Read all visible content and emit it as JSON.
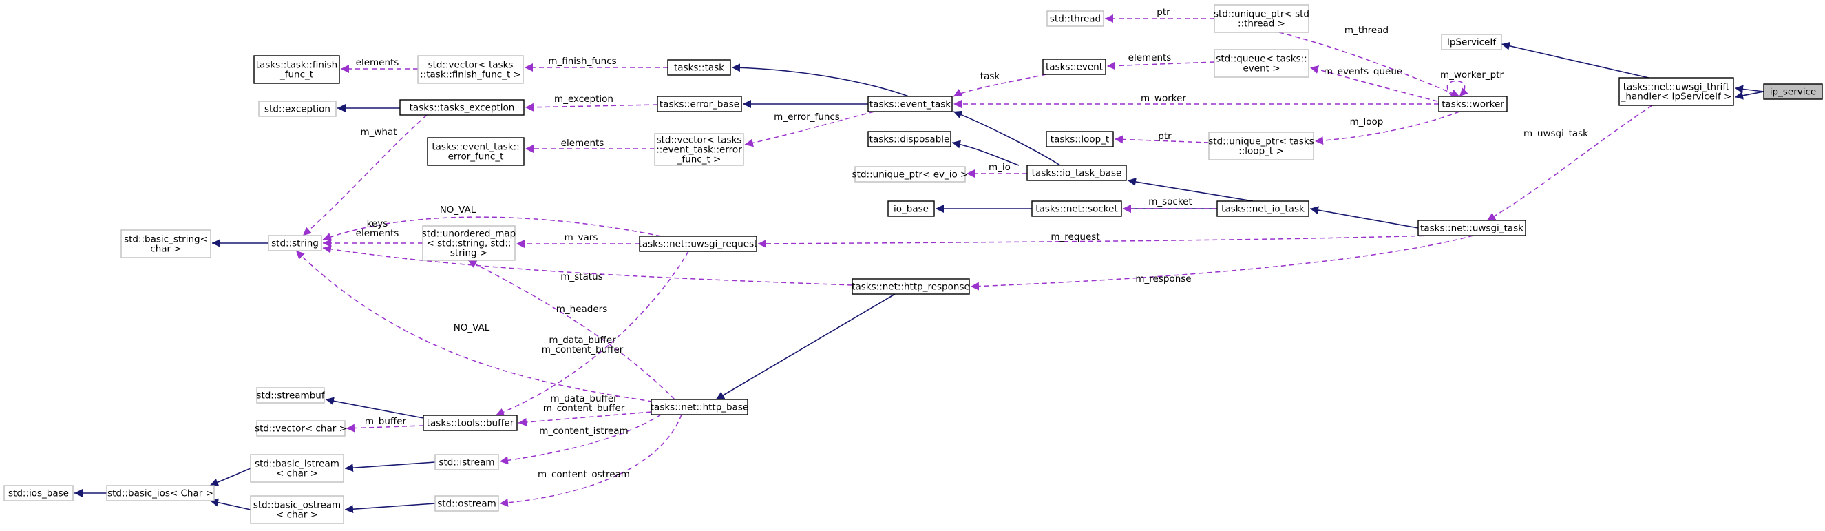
{
  "colors": {
    "inherit_edge": "#191970",
    "usage_edge": "#9a32cd",
    "library_border": "#bfbfbf",
    "class_border": "#000000",
    "focus_fill": "#bfbfbf"
  },
  "nodes": {
    "ip_service": [
      "ip_service"
    ],
    "uwsgi_thrift_handler": [
      "tasks::net::uwsgi_thrift",
      "_handler< IpServiceIf >"
    ],
    "ip_service_if": [
      "IpServiceIf"
    ],
    "worker": [
      "tasks::worker"
    ],
    "uwsgi_task": [
      "tasks::net::uwsgi_task"
    ],
    "std_thread": [
      "std::thread"
    ],
    "unique_ptr_thread": [
      "std::unique_ptr< std",
      "::thread >"
    ],
    "queue_event": [
      "std::queue< tasks::",
      "event >"
    ],
    "unique_ptr_loop": [
      "std::unique_ptr< tasks",
      "::loop_t >"
    ],
    "loop_t": [
      "tasks::loop_t"
    ],
    "event": [
      "tasks::event"
    ],
    "event_task": [
      "tasks::event_task"
    ],
    "task": [
      "tasks::task"
    ],
    "error_base": [
      "tasks::error_base"
    ],
    "vector_finish": [
      "std::vector< tasks",
      "::task::finish_func_t >"
    ],
    "finish_func_t": [
      "tasks::task::finish",
      "_func_t"
    ],
    "tasks_exception": [
      "tasks::tasks_exception"
    ],
    "std_exception": [
      "std::exception"
    ],
    "event_task_error_func": [
      "tasks::event_task::",
      "error_func_t"
    ],
    "vector_error": [
      "std::vector< tasks",
      "::event_task::error",
      "_func_t >"
    ],
    "disposable": [
      "tasks::disposable"
    ],
    "io_task_base": [
      "tasks::io_task_base"
    ],
    "unique_ptr_ev_io": [
      "std::unique_ptr< ev_io >"
    ],
    "io_base": [
      "io_base"
    ],
    "net_socket": [
      "tasks::net::socket"
    ],
    "net_io_task": [
      "tasks::net_io_task"
    ],
    "basic_string": [
      "std::basic_string<",
      "char >"
    ],
    "std_string": [
      "std::string"
    ],
    "unordered_map": [
      "std::unordered_map",
      "< std::string, std::",
      "string >"
    ],
    "uwsgi_request": [
      "tasks::net::uwsgi_request"
    ],
    "http_response": [
      "tasks::net::http_response"
    ],
    "http_base": [
      "tasks::net::http_base"
    ],
    "std_streambuf": [
      "std::streambuf"
    ],
    "tools_buffer": [
      "tasks::tools::buffer"
    ],
    "vector_char": [
      "std::vector< char >"
    ],
    "basic_istream": [
      "std::basic_istream",
      "< char >"
    ],
    "std_istream": [
      "std::istream"
    ],
    "std_ios_base": [
      "std::ios_base"
    ],
    "basic_ios": [
      "std::basic_ios< Char >"
    ],
    "basic_ostream": [
      "std::basic_ostream",
      "< char >"
    ],
    "std_ostream": [
      "std::ostream"
    ]
  },
  "edge_labels": {
    "thread_ptr": [
      "ptr"
    ],
    "m_thread": [
      "m_thread"
    ],
    "m_worker_ptr": [
      "m_worker_ptr"
    ],
    "m_events_queue": [
      "m_events_queue"
    ],
    "m_loop": [
      "m_loop"
    ],
    "loop_ptr": [
      "ptr"
    ],
    "m_uwsgi_task": [
      "m_uwsgi_task"
    ],
    "queue_elements": [
      "elements"
    ],
    "task_label": [
      "task"
    ],
    "m_worker": [
      "m_worker"
    ],
    "m_finish_funcs": [
      "m_finish_funcs"
    ],
    "finish_elements": [
      "elements"
    ],
    "m_exception": [
      "m_exception"
    ],
    "m_error_funcs": [
      "m_error_funcs"
    ],
    "error_elements": [
      "elements"
    ],
    "m_what": [
      "m_what"
    ],
    "m_io": [
      "m_io"
    ],
    "m_socket": [
      "m_socket"
    ],
    "m_request": [
      "m_request"
    ],
    "m_response": [
      "m_response"
    ],
    "no_val_top": [
      "NO_VAL"
    ],
    "keys_elements": [
      "keys",
      "elements"
    ],
    "m_vars": [
      "m_vars"
    ],
    "m_status": [
      "m_status"
    ],
    "m_headers": [
      "m_headers"
    ],
    "no_val_bottom": [
      "NO_VAL"
    ],
    "buffers_request": [
      "m_data_buffer",
      "m_content_buffer"
    ],
    "buffers_base": [
      "m_data_buffer",
      "m_content_buffer"
    ],
    "m_buffer": [
      "m_buffer"
    ],
    "m_content_istream": [
      "m_content_istream"
    ],
    "m_content_ostream": [
      "m_content_ostream"
    ]
  }
}
